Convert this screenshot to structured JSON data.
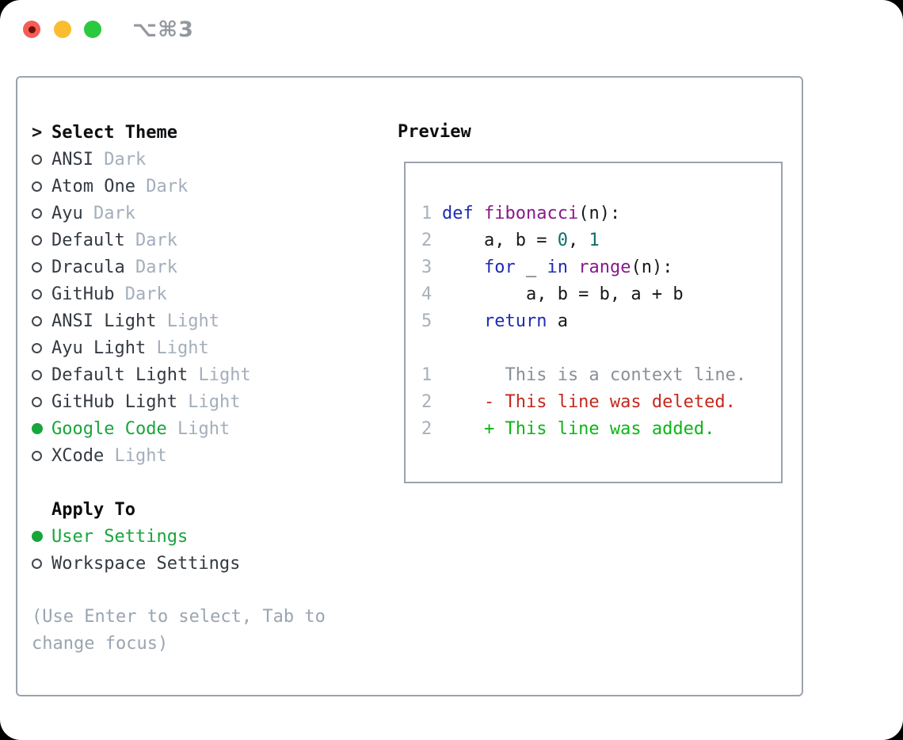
{
  "window": {
    "title": "⌥⌘3"
  },
  "theme_menu": {
    "prompt": ">",
    "header": "Select Theme",
    "items": [
      {
        "name": "ANSI",
        "tag": "Dark",
        "selected": false
      },
      {
        "name": "Atom One",
        "tag": "Dark",
        "selected": false
      },
      {
        "name": "Ayu",
        "tag": "Dark",
        "selected": false
      },
      {
        "name": "Default",
        "tag": "Dark",
        "selected": false
      },
      {
        "name": "Dracula",
        "tag": "Dark",
        "selected": false
      },
      {
        "name": "GitHub",
        "tag": "Dark",
        "selected": false
      },
      {
        "name": "ANSI Light",
        "tag": "Light",
        "selected": false
      },
      {
        "name": "Ayu Light",
        "tag": "Light",
        "selected": false
      },
      {
        "name": "Default Light",
        "tag": "Light",
        "selected": false
      },
      {
        "name": "GitHub Light",
        "tag": "Light",
        "selected": false
      },
      {
        "name": "Google Code",
        "tag": "Light",
        "selected": true
      },
      {
        "name": "XCode",
        "tag": "Light",
        "selected": false
      }
    ],
    "apply_header": "Apply To",
    "apply_items": [
      {
        "name": "User Settings",
        "selected": true
      },
      {
        "name": "Workspace Settings",
        "selected": false
      }
    ],
    "hint_lines": [
      "(Use Enter to select, Tab to",
      "change focus)"
    ]
  },
  "preview": {
    "title": "Preview",
    "lines": [
      {
        "num": "1",
        "segments": [
          {
            "t": "def",
            "c": "kw"
          },
          {
            "t": " ",
            "c": "pl"
          },
          {
            "t": "fibonacci",
            "c": "fn"
          },
          {
            "t": "(n):",
            "c": "pl"
          }
        ]
      },
      {
        "num": "2",
        "segments": [
          {
            "t": "    a, b = ",
            "c": "pl"
          },
          {
            "t": "0",
            "c": "num"
          },
          {
            "t": ", ",
            "c": "pl"
          },
          {
            "t": "1",
            "c": "num"
          }
        ]
      },
      {
        "num": "3",
        "segments": [
          {
            "t": "    ",
            "c": "pl"
          },
          {
            "t": "for",
            "c": "kw"
          },
          {
            "t": " _ ",
            "c": "pl"
          },
          {
            "t": "in",
            "c": "kw"
          },
          {
            "t": " ",
            "c": "pl"
          },
          {
            "t": "range",
            "c": "fn"
          },
          {
            "t": "(n):",
            "c": "pl"
          }
        ]
      },
      {
        "num": "4",
        "segments": [
          {
            "t": "        a, b = b, a + b",
            "c": "pl"
          }
        ]
      },
      {
        "num": "5",
        "segments": [
          {
            "t": "    ",
            "c": "pl"
          },
          {
            "t": "return",
            "c": "kw"
          },
          {
            "t": " a",
            "c": "pl"
          }
        ]
      },
      {
        "blank": true
      },
      {
        "num": "1",
        "segments": [
          {
            "t": "      This is a context line.",
            "c": "ctx"
          }
        ]
      },
      {
        "num": "2",
        "segments": [
          {
            "t": "    - This line was deleted.",
            "c": "del"
          }
        ]
      },
      {
        "num": "2",
        "segments": [
          {
            "t": "    + This line was added.",
            "c": "add"
          }
        ]
      }
    ]
  },
  "icons": {
    "close": "close-button-icon",
    "minimize": "minimize-button-icon",
    "zoom": "zoom-button-icon",
    "radio_unselected": "radio-icon",
    "radio_selected": "radio-selected-icon"
  },
  "colors": {
    "kw": "#1f2bb5",
    "fn": "#8a198a",
    "num": "#0e6e6e",
    "pl": "#17181a",
    "ctx": "#8a9097",
    "del": "#c5281c",
    "add": "#0db417",
    "lnum": "#a7b0ba",
    "item": "#343a42",
    "tag": "#a3aebc",
    "hint": "#9aa5b1",
    "selected": "#18a53c",
    "border": "#9aa3ae",
    "title": "#93989e",
    "light_red": "#f45d55",
    "light_yellow": "#f9bd2f",
    "light_green": "#2bc840",
    "red_dot": "#6e0f0b"
  }
}
